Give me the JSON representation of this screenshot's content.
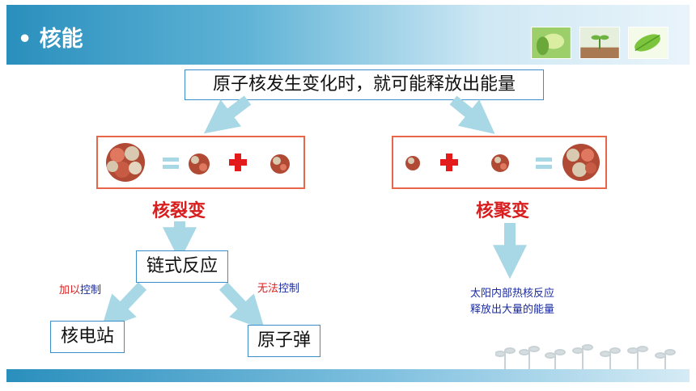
{
  "header": {
    "title": "• 核能"
  },
  "top_statement": "原子核发生变化时，就可能释放出能量",
  "fission": {
    "label": "核裂变",
    "chain_reaction": "链式反应",
    "controlled_prefix": "加以",
    "controlled_suffix": "控制",
    "uncontrolled_prefix": "无法",
    "uncontrolled_suffix": "控制",
    "power_station": "核电站",
    "atomic_bomb": "原子弹"
  },
  "fusion": {
    "label": "核聚变",
    "note_line1": "太阳内部热核反应",
    "note_line2": "释放出大量的能量"
  },
  "colors": {
    "accent": "#2a8fbd",
    "frame": "#e8664a",
    "arrow": "#a8d8e6",
    "red": "#d81e1e",
    "blue_text": "#1a2aa0"
  },
  "icons": [
    "nucleus-icon",
    "plus-icon",
    "equals-icon",
    "arrow-icon",
    "plant-icon"
  ]
}
